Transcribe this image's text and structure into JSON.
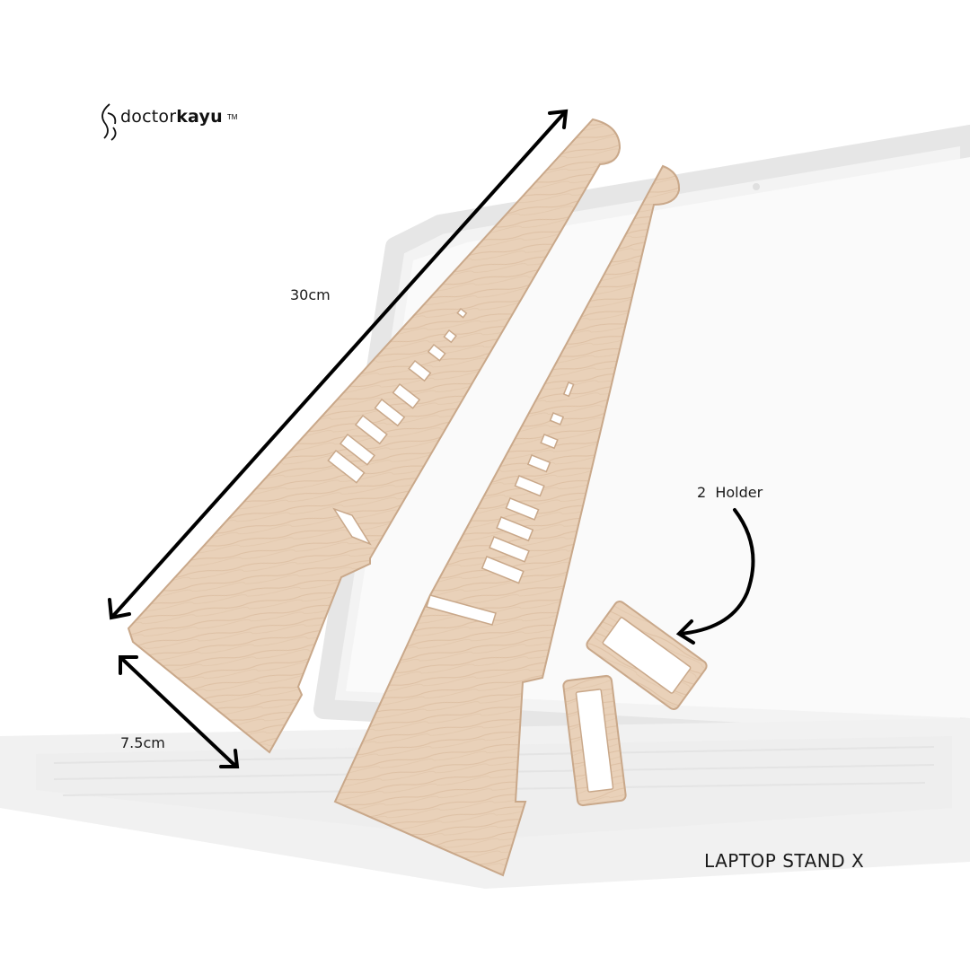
{
  "brand": {
    "name_light": "doctor",
    "name_bold": "kayu",
    "trademark": "TM"
  },
  "dimensions": {
    "length": "30cm",
    "width": "7.5cm"
  },
  "holder_label": "2  Holder",
  "product_name": "LAPTOP STAND X",
  "colors": {
    "wood": "#e8cfb6",
    "wood_edge": "#c9a88a",
    "laptop": "#ededed",
    "arrow": "#000000"
  }
}
